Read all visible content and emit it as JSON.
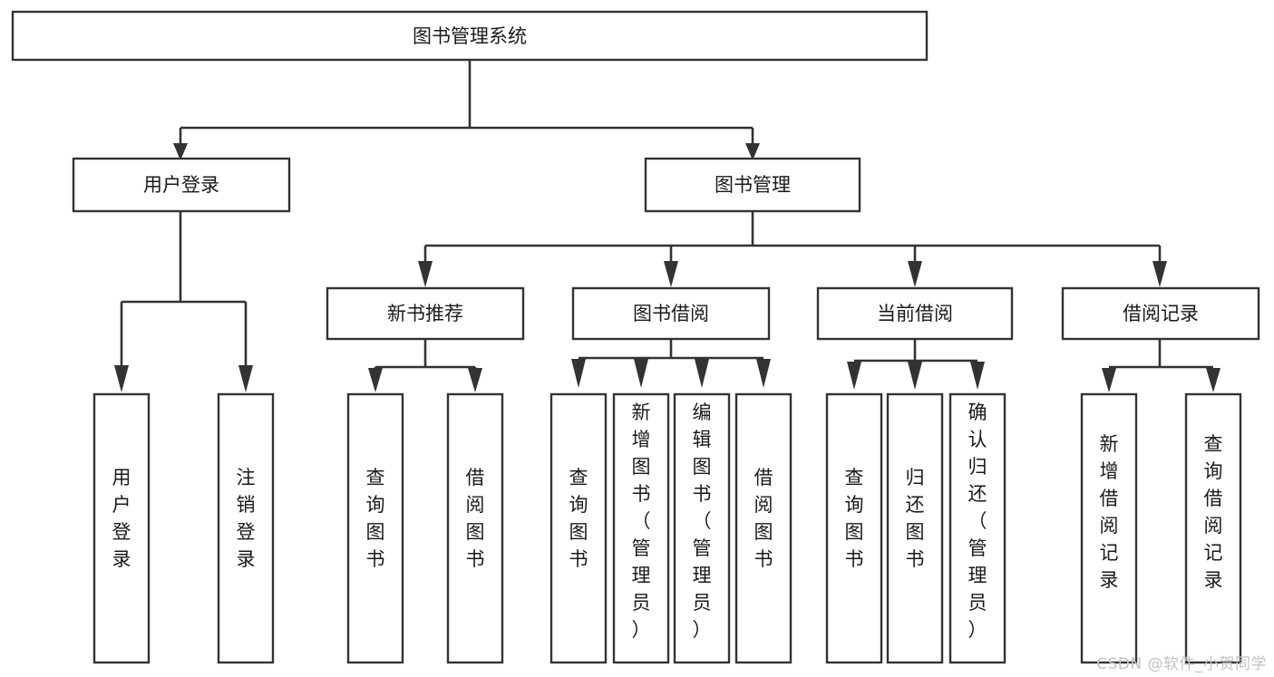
{
  "diagram": {
    "title": "图书管理系统",
    "type": "hierarchy-tree",
    "watermark": "CSDN @软件_小贺同学",
    "colors": {
      "box_stroke": "#333333",
      "box_fill": "#ffffff",
      "connector": "#333333",
      "text": "#1a1a1a",
      "watermark": "#c2c2c2",
      "background": "#ffffff"
    },
    "root": {
      "label": "图书管理系统",
      "level": 0
    },
    "level1": [
      {
        "label": "用户登录",
        "level": 1
      },
      {
        "label": "图书管理",
        "level": 1
      }
    ],
    "level2": [
      {
        "label": "新书推荐",
        "level": 2,
        "parent": "图书管理"
      },
      {
        "label": "图书借阅",
        "level": 2,
        "parent": "图书管理"
      },
      {
        "label": "当前借阅",
        "level": 2,
        "parent": "图书管理"
      },
      {
        "label": "借阅记录",
        "level": 2,
        "parent": "图书管理"
      }
    ],
    "leaves": {
      "user_login": [
        {
          "label": "用户登录",
          "lines": [
            "用",
            "户",
            "登",
            "录"
          ]
        },
        {
          "label": "注销登录",
          "lines": [
            "注",
            "销",
            "登",
            "录"
          ]
        }
      ],
      "new_book_recommend": [
        {
          "label": "查询图书",
          "lines": [
            "查",
            "询",
            "图",
            "书"
          ]
        },
        {
          "label": "借阅图书",
          "lines": [
            "借",
            "阅",
            "图",
            "书"
          ]
        }
      ],
      "book_borrow": [
        {
          "label": "查询图书",
          "lines": [
            "查",
            "询",
            "图",
            "书"
          ]
        },
        {
          "label": "新增图书（管理员）",
          "lines": [
            "新",
            "增",
            "图",
            "书",
            "（",
            "管",
            "理",
            "员",
            "）"
          ]
        },
        {
          "label": "编辑图书（管理员）",
          "lines": [
            "编",
            "辑",
            "图",
            "书",
            "（",
            "管",
            "理",
            "员",
            "）"
          ]
        },
        {
          "label": "借阅图书",
          "lines": [
            "借",
            "阅",
            "图",
            "书"
          ]
        }
      ],
      "current_borrow": [
        {
          "label": "查询图书",
          "lines": [
            "查",
            "询",
            "图",
            "书"
          ]
        },
        {
          "label": "归还图书",
          "lines": [
            "归",
            "还",
            "图",
            "书"
          ]
        },
        {
          "label": "确认归还（管理员）",
          "lines": [
            "确",
            "认",
            "归",
            "还",
            "（",
            "管",
            "理",
            "员",
            "）"
          ]
        }
      ],
      "borrow_record": [
        {
          "label": "新增借阅记录",
          "lines": [
            "新",
            "增",
            "借",
            "阅",
            "记",
            "录"
          ]
        },
        {
          "label": "查询借阅记录",
          "lines": [
            "查",
            "询",
            "借",
            "阅",
            "记",
            "录"
          ]
        }
      ]
    }
  }
}
